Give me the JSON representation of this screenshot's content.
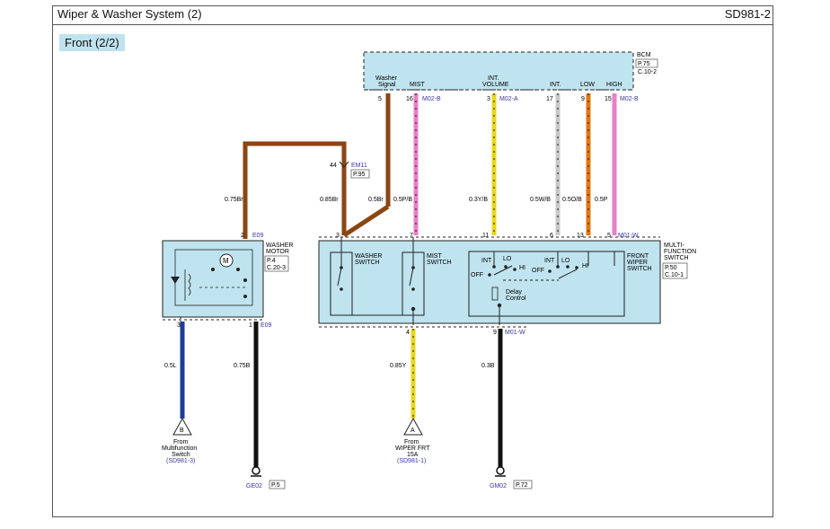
{
  "header": {
    "title": "Wiper & Washer System (2)",
    "code": "SD981-2"
  },
  "section": "Front (2/2)",
  "bcm": {
    "name": "BCM",
    "ref1": "P.75",
    "ref2": "C.10-2",
    "pins": [
      {
        "pin": "5",
        "label_top": "Washer",
        "label": "Signal",
        "conn": ""
      },
      {
        "pin": "16",
        "label": "MIST",
        "conn": "M02-B"
      },
      {
        "pin": "3",
        "label_top": "INT.",
        "label": "VOLUME",
        "conn": "M02-A"
      },
      {
        "pin": "17",
        "label": "INT.",
        "conn": ""
      },
      {
        "pin": "9",
        "label": "LOW",
        "conn": ""
      },
      {
        "pin": "15",
        "label": "HIGH",
        "conn": "M02-B"
      }
    ]
  },
  "em11": {
    "pin": "44",
    "name": "EM11",
    "ref": "P.95"
  },
  "wires": {
    "left_br": "0.75Br",
    "splice_br": "0.85Br",
    "bcm_br": "0.5Br",
    "mist": "0.5P/B",
    "intvol": "0.3Y/B",
    "int": "0.5W/B",
    "low": "0.5O/B",
    "high": "0.5P",
    "motor_b": "0.5L",
    "motor_gnd": "0.75B",
    "mfs_y": "0.85Y",
    "mfs_gnd": "0.3B"
  },
  "washer_motor": {
    "l1": "WASHER",
    "l2": "MOTOR",
    "ref1": "P.4",
    "ref2": "C.20-3",
    "pin_top": "2",
    "conn_top": "E09",
    "pin_b1": "3",
    "pin_b2": "1",
    "conn_bottom": "E09",
    "motor": "M"
  },
  "mfs": {
    "l1": "MULTI-",
    "l2": "FUNCTION",
    "l3": "SWITCH",
    "ref1": "P.50",
    "ref2": "C.10-1",
    "conn_top": "M01-W",
    "conn_bottom": "M01-W",
    "top_pins": [
      "3",
      "7",
      "11",
      "6",
      "13",
      "5"
    ],
    "bottom_pins": [
      "4",
      "9"
    ],
    "washer_sw": [
      "WASHER",
      "SWITCH"
    ],
    "mist_sw": [
      "MIST",
      "SWITCH"
    ],
    "front_wiper": [
      "FRONT",
      "WIPER",
      "SWITCH"
    ],
    "int_l": "INT",
    "lo_l": "LO",
    "hi_l": "HI",
    "off_l": "OFF",
    "int_r": "INT",
    "lo_r": "LO",
    "hi_r": "HI",
    "off_r": "OFF",
    "delay1": "Delay",
    "delay2": "Control"
  },
  "connectors": {
    "b": {
      "letter": "B",
      "l1": "From",
      "l2": "Multifunction",
      "l3": "Switch",
      "ref": "(SD981-3)"
    },
    "a": {
      "letter": "A",
      "l1": "From",
      "l2": "WIPER FRT",
      "l3": "15A",
      "ref": "(SD981-1)"
    }
  },
  "grounds": [
    {
      "name": "GE02",
      "ref": "P.5"
    },
    {
      "name": "GM02",
      "ref": "P.72"
    }
  ],
  "colors": {
    "brown": "#8b4513",
    "pink": "#e87fc8",
    "yellow": "#e8d81c",
    "gray": "#c0c0c0",
    "orange": "#e07a10",
    "blue": "#1c3f95",
    "black": "#111111",
    "box": "#bfe3ef",
    "connref": "#3a36a0"
  }
}
